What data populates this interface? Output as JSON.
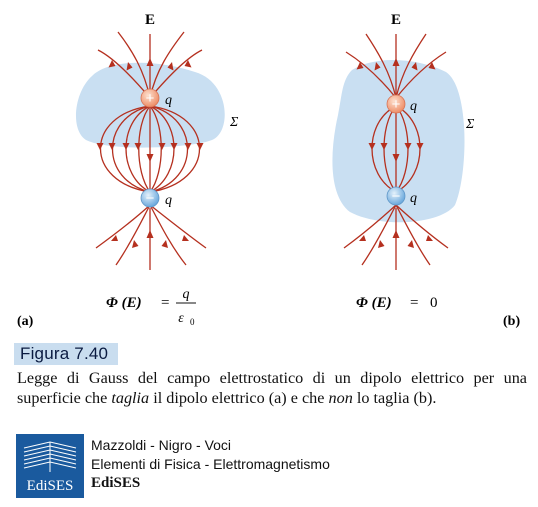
{
  "figure": {
    "panel_a": {
      "field_label": "E",
      "surface_label": "Σ",
      "charge_pos_sign": "+",
      "charge_neg_sign": "−",
      "charge_label": "q",
      "flux_lhs": "Φ (E)",
      "flux_eq": "=",
      "flux_num": "q",
      "flux_den": "ε",
      "flux_den_sub": "0",
      "tag": "(a)"
    },
    "panel_b": {
      "field_label": "E",
      "surface_label": "Σ",
      "charge_pos_sign": "+",
      "charge_neg_sign": "−",
      "charge_label": "q",
      "flux_lhs": "Φ (E)",
      "flux_eq": "=",
      "flux_rhs": "0",
      "tag": "(b)"
    },
    "colors": {
      "field_lines": "#b5301f",
      "surface": "#c9dff2",
      "positive_charge": "#f4a07e",
      "negative_charge": "#8fc0ea"
    }
  },
  "caption": {
    "tag": "Figura 7.40",
    "text_1": "Legge di Gauss del campo elettrostatico di un dipolo elettrico per una superficie che ",
    "em_1": "taglia",
    "text_2": " il dipolo elettrico (a) e che ",
    "em_2": "non",
    "text_3": " lo taglia (b)."
  },
  "book": {
    "authors": "Mazzoldi - Nigro - Voci",
    "title": "Elementi di Fisica - Elettromagnetismo",
    "publisher": "EdiSES",
    "logo_text": "EdiSES"
  }
}
